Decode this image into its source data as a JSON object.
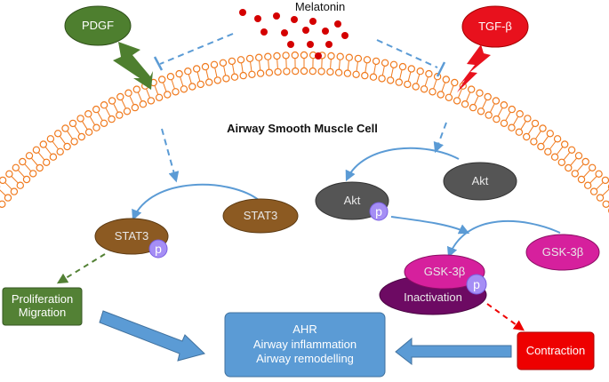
{
  "title": "Airway Smooth Muscle Cell",
  "melatonin": "Melatonin",
  "ligands": {
    "left": "PDGF",
    "right": "TGF-β"
  },
  "left_pathway": {
    "stat3_inactive": "STAT3",
    "stat3_active": "STAT3",
    "phospho": "p",
    "outcome_line1": "Proliferation",
    "outcome_line2": "Migration"
  },
  "right_pathway": {
    "akt_inactive": "Akt",
    "akt_active": "Akt",
    "akt_phospho": "p",
    "gsk_inactive": "GSK-3β",
    "gsk_active": "GSK-3β",
    "gsk_phospho": "p",
    "inactivation": "Inactivation",
    "outcome": "Contraction"
  },
  "result": {
    "line1": "AHR",
    "line2": "Airway inflammation",
    "line3": "Airway remodelling"
  },
  "colors": {
    "membrane": "#f07a1e",
    "inhibition": "#5b9bd5",
    "pdgf": "#4e7f2f",
    "tgf": "#e8111d",
    "melatonin_dot": "#d40000",
    "stat3": "#8c5a22",
    "akt": "#555555",
    "gsk": "#d6209d",
    "inactivation": "#6d0a63",
    "phospho": "#a58ef5",
    "outcome_green": "#538135",
    "outcome_red": "#ee0000",
    "result_box": "#5b9bd5"
  }
}
